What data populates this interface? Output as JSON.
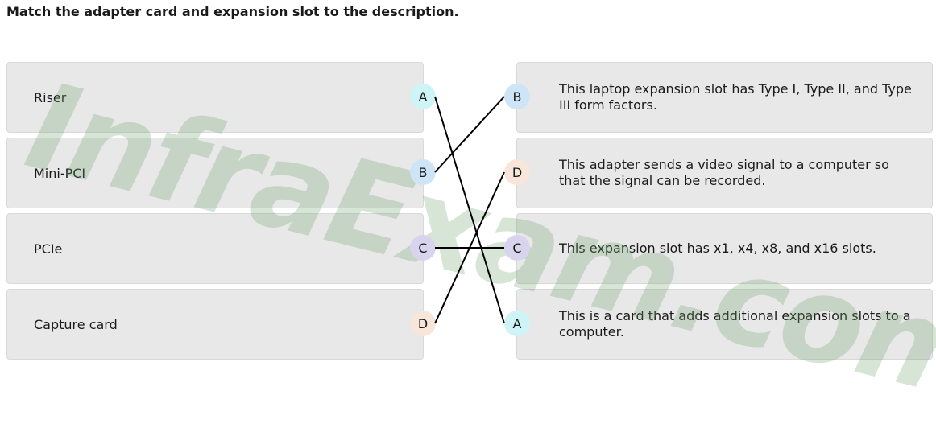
{
  "question": "Match the adapter card and expansion slot to the description.",
  "watermark": "InfraExam.com",
  "left_items": [
    {
      "label": "Riser",
      "letter": "A",
      "badge_color": "#cff4f7"
    },
    {
      "label": "Mini-PCI",
      "letter": "B",
      "badge_color": "#cde5f7"
    },
    {
      "label": "PCIe",
      "letter": "C",
      "badge_color": "#d8d4ee"
    },
    {
      "label": "Capture card",
      "letter": "D",
      "badge_color": "#f7e6d9"
    }
  ],
  "right_items": [
    {
      "letter": "B",
      "badge_color": "#cde5f7",
      "description": "This laptop expansion slot has Type I, Type II, and Type III form factors."
    },
    {
      "letter": "D",
      "badge_color": "#f7e6d9",
      "description": "This adapter sends a video signal to a computer so that the signal can be recorded."
    },
    {
      "letter": "C",
      "badge_color": "#d8d4ee",
      "description": "This expansion slot has x1, x4, x8, and x16 slots."
    },
    {
      "letter": "A",
      "badge_color": "#cff4f7",
      "description": "This is a card that adds additional expansion slots to a computer."
    }
  ],
  "matches": [
    {
      "from": "A",
      "to": "A"
    },
    {
      "from": "B",
      "to": "B"
    },
    {
      "from": "C",
      "to": "C"
    },
    {
      "from": "D",
      "to": "D"
    }
  ],
  "line_color": "#000000",
  "watermark_color": "#6ea06e"
}
